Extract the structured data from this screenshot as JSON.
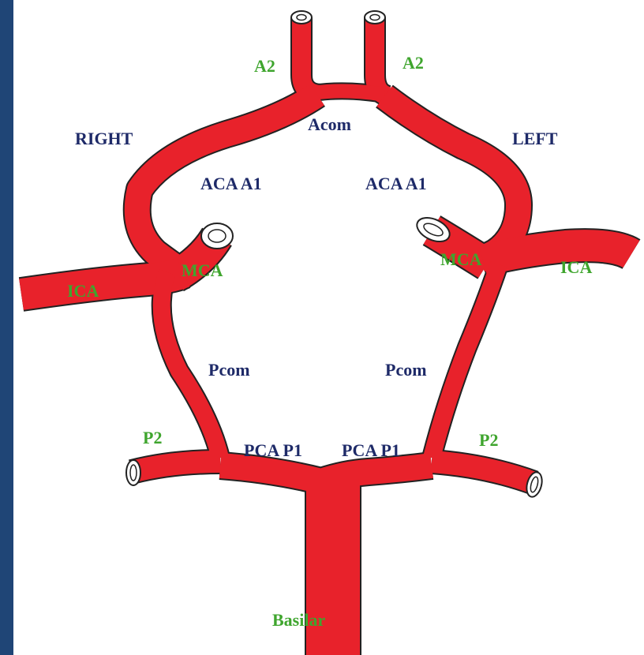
{
  "colors": {
    "frame": "#1f4576",
    "vessel": "#e8222b",
    "outline": "#222222",
    "side_label": "#1e2a68",
    "structure_label": "#1e2a68",
    "artery_label": "#3fa52e"
  },
  "labels": {
    "right": "RIGHT",
    "left": "LEFT",
    "acom": "Acom",
    "aca_a1_right": "ACA A1",
    "aca_a1_left": "ACA A1",
    "a2_right": "A2",
    "a2_left": "A2",
    "mca_right": "MCA",
    "mca_left": "MCA",
    "ica_right": "ICA",
    "ica_left": "ICA",
    "pcom_right": "Pcom",
    "pcom_left": "Pcom",
    "pca_p1_right": "PCA P1",
    "pca_p1_left": "PCA P1",
    "p2_right": "P2",
    "p2_left": "P2",
    "basilar": "Basilar"
  }
}
